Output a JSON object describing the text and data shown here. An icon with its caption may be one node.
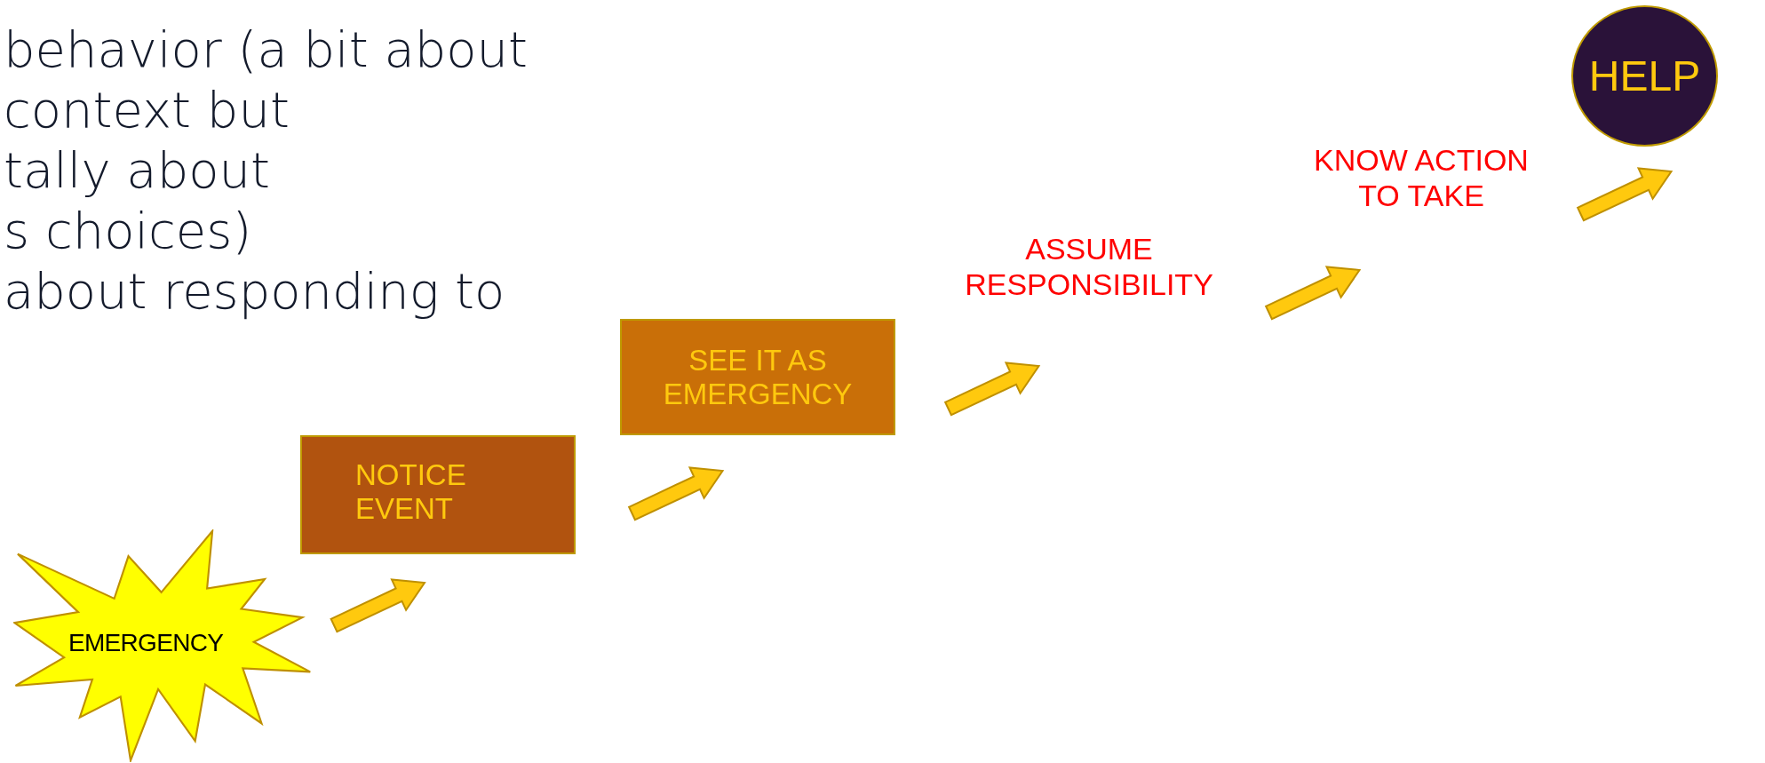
{
  "diagram": {
    "nodes": [
      {
        "text": [
          "EMERGENCY"
        ]
      },
      {
        "text": [
          "NOTICE EVENT"
        ]
      },
      {
        "text": [
          "SEE IT AS EMERGENCY"
        ]
      },
      {
        "text": [
          "ASSUME RESPONSIBILITY"
        ]
      },
      {
        "text": [
          "KNOW ACTION TO TAKE"
        ]
      },
      {
        "text": [
          "HELP"
        ]
      }
    ],
    "edges": [
      {
        "from": 0,
        "to": 1,
        "arrow": "to"
      },
      {
        "from": 1,
        "to": 2,
        "arrow": "to"
      },
      {
        "from": 2,
        "to": 3,
        "arrow": "to"
      },
      {
        "from": 3,
        "to": 4,
        "arrow": "to"
      },
      {
        "from": 4,
        "to": 5,
        "arrow": "to"
      }
    ],
    "labels": [
      "behavior (a bit about",
      "context but",
      "tally about",
      "s choices)",
      "about responding to"
    ]
  }
}
